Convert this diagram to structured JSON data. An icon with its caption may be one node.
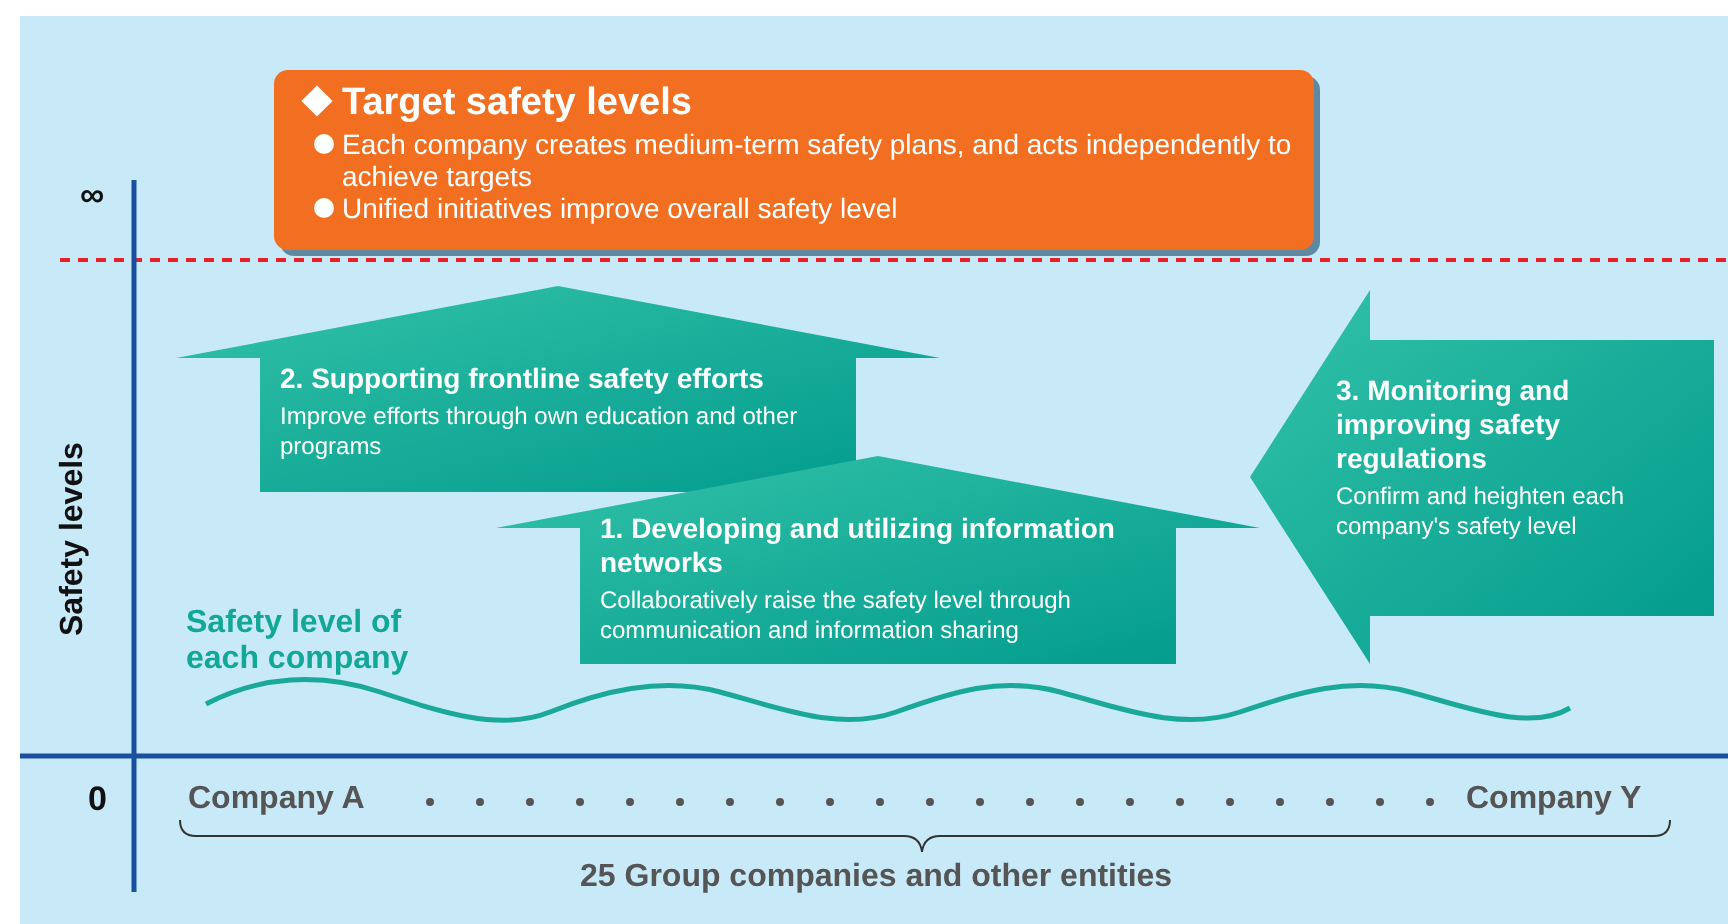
{
  "diagram": {
    "nodes": [
      {
        "text": [
          "Target safety levels",
          "Each company creates medium-term safety plans, and acts independently to achieve targets",
          "Unified initiatives improve overall safety level"
        ]
      },
      {
        "text": [
          "2. Supporting frontline safety efforts",
          "Improve efforts through own education and other programs"
        ]
      },
      {
        "text": [
          "3. Monitoring and improving safety regulations",
          "Confirm and heighten each company's safety level"
        ]
      },
      {
        "text": [
          "1. Developing and utilizing information networks",
          "Collaboratively raise the safety level through communication and information sharing"
        ]
      }
    ],
    "labels": [
      "∞",
      "Safety levels",
      "Safety level of each company",
      "0",
      "Company A",
      "Company Y",
      "25 Group companies and other entities"
    ]
  }
}
